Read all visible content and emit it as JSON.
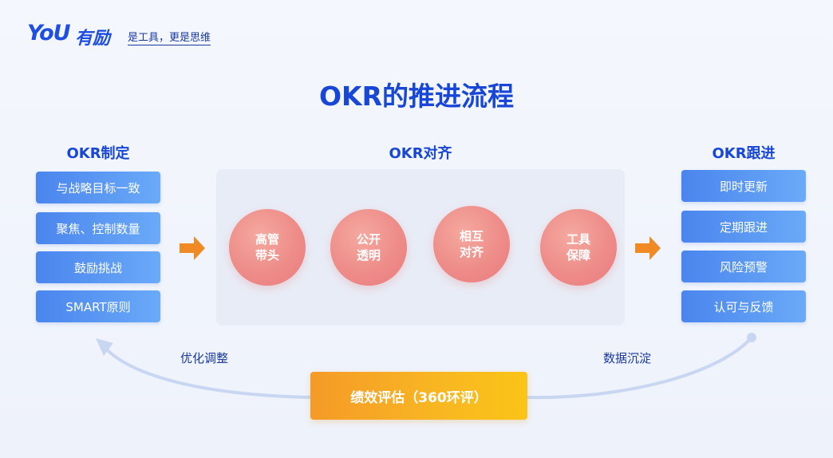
{
  "brand": {
    "wordmark": "YoU",
    "name_cn": "有励",
    "slogan": "是工具，更是思维"
  },
  "title": "OKR的推进流程",
  "sections": {
    "formulate": {
      "title": "OKR制定",
      "items": [
        "与战略目标一致",
        "聚焦、控制数量",
        "鼓励挑战",
        "SMART原则"
      ]
    },
    "align": {
      "title": "OKR对齐",
      "items": [
        "高管带头",
        "公开透明",
        "相互对齐",
        "工具保障"
      ]
    },
    "follow": {
      "title": "OKR跟进",
      "items": [
        "即时更新",
        "定期跟进",
        "风险预警",
        "认可与反馈"
      ]
    }
  },
  "evaluation": {
    "label": "绩效评估（360环评）"
  },
  "loop": {
    "left_label": "优化调整",
    "right_label": "数据沉淀"
  },
  "colors": {
    "primary": "#1847d8",
    "arrow": "#f08a24",
    "circle": "#ee8c88",
    "curve": "#c8d6f2"
  }
}
